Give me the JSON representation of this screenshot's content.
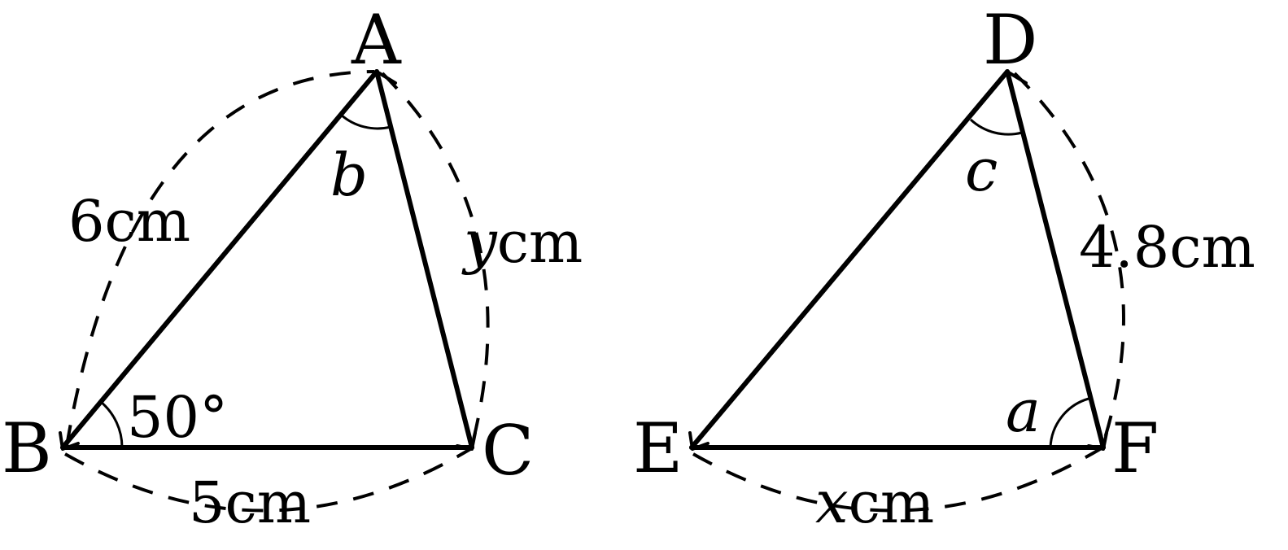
{
  "triangle_left": {
    "vertices": {
      "a": "A",
      "b": "B",
      "c": "C"
    },
    "side_ab": "6cm",
    "side_bc": "5cm",
    "side_ac": {
      "var": "y",
      "unit": "cm"
    },
    "angle_b": "50°",
    "angle_a": "b"
  },
  "triangle_right": {
    "vertices": {
      "d": "D",
      "e": "E",
      "f": "F"
    },
    "side_df": "4.8cm",
    "side_ef": {
      "var": "x",
      "unit": "cm"
    },
    "angle_d": "c",
    "angle_f": "a"
  }
}
